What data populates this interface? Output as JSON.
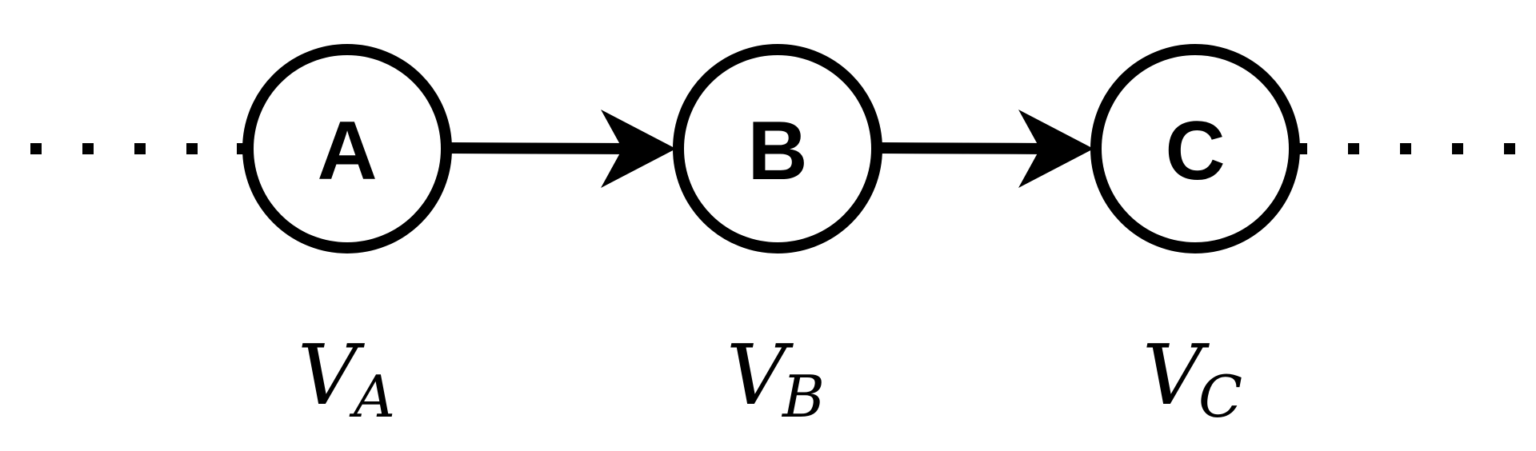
{
  "diagram": {
    "nodes": [
      {
        "id": "A",
        "label": "A",
        "value_var": "V",
        "value_sub": "A"
      },
      {
        "id": "B",
        "label": "B",
        "value_var": "V",
        "value_sub": "B"
      },
      {
        "id": "C",
        "label": "C",
        "value_var": "V",
        "value_sub": "C"
      }
    ],
    "edges": [
      {
        "from": "A",
        "to": "B"
      },
      {
        "from": "B",
        "to": "C"
      }
    ],
    "continuation": {
      "left": true,
      "right": true
    },
    "colors": {
      "stroke": "#000000",
      "fill": "#ffffff"
    }
  }
}
